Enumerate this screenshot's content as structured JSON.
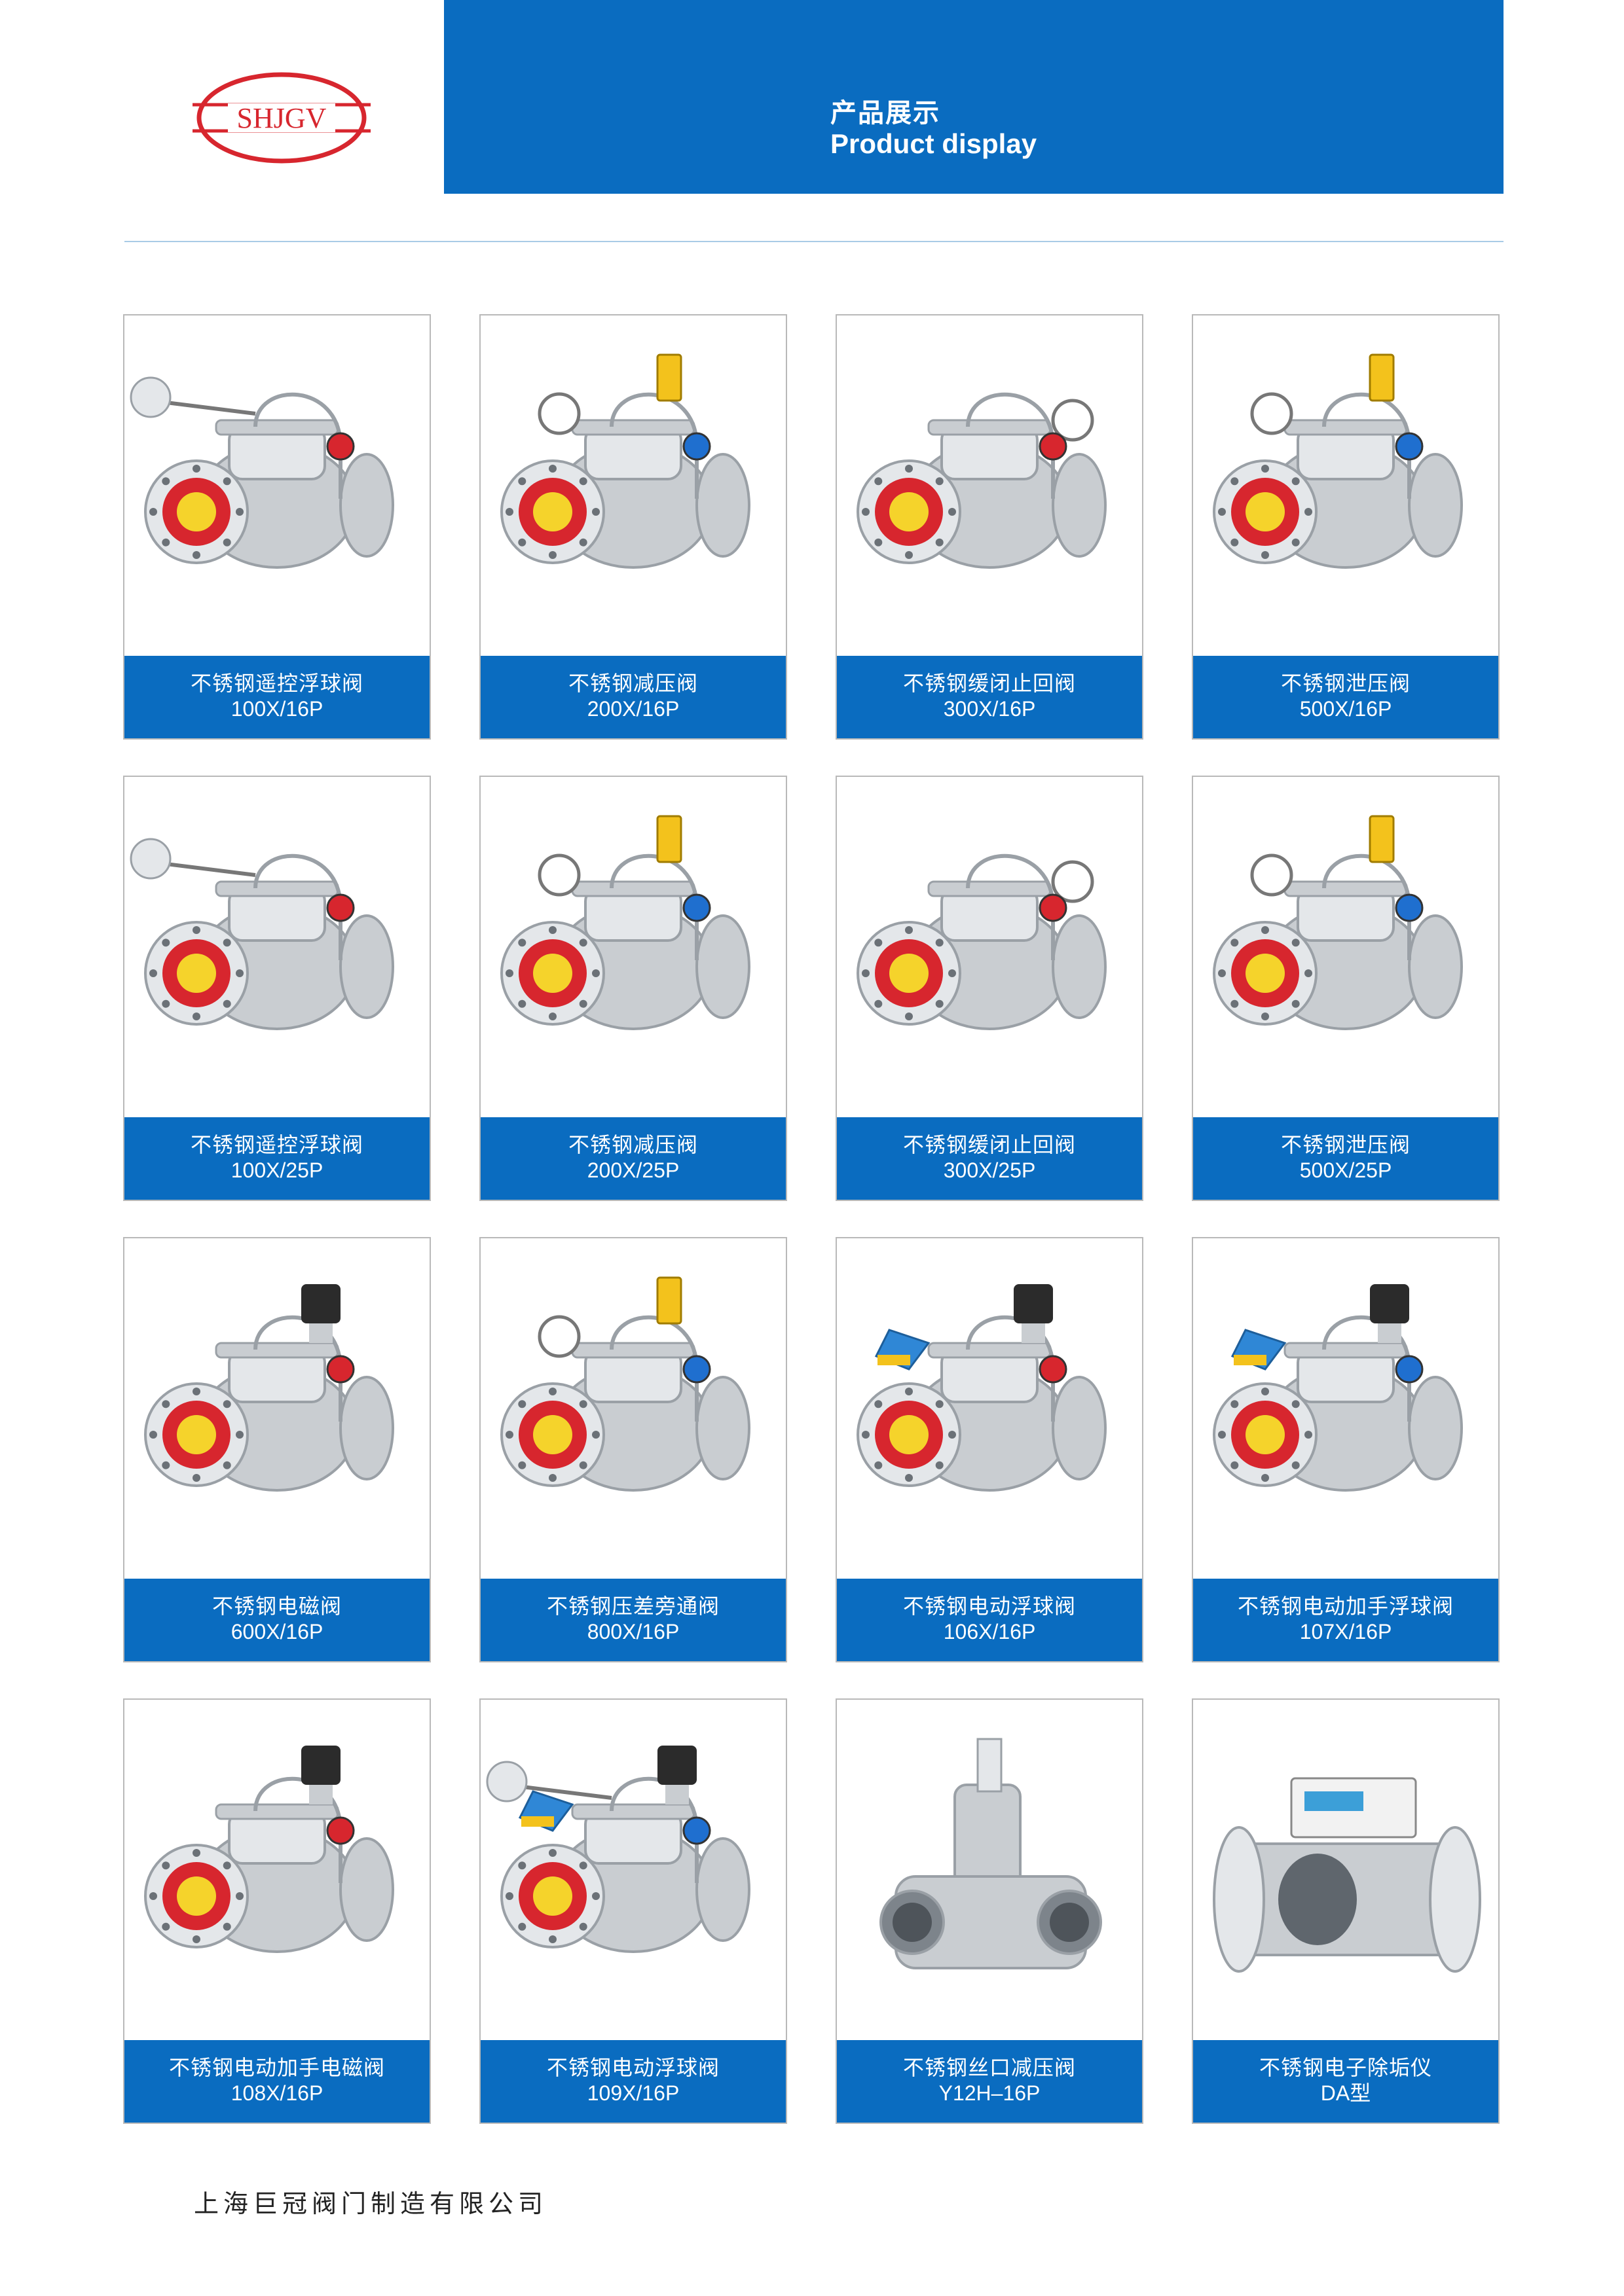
{
  "header": {
    "logo_text": "SHJGV",
    "title_cn": "产品展示",
    "title_en": "Product display"
  },
  "colors": {
    "brand_blue": "#0a6cc0",
    "logo_red": "#d7262e",
    "card_border": "#b9b9b9"
  },
  "products": [
    {
      "name": "不锈钢遥控浮球阀",
      "model": "100X/16P",
      "icon": "float-valve-icon"
    },
    {
      "name": "不锈钢减压阀",
      "model": "200X/16P",
      "icon": "pressure-reducing-valve-icon"
    },
    {
      "name": "不锈钢缓闭止回阀",
      "model": "300X/16P",
      "icon": "check-valve-icon"
    },
    {
      "name": "不锈钢泄压阀",
      "model": "500X/16P",
      "icon": "relief-valve-icon"
    },
    {
      "name": "不锈钢遥控浮球阀",
      "model": "100X/25P",
      "icon": "float-valve-icon"
    },
    {
      "name": "不锈钢减压阀",
      "model": "200X/25P",
      "icon": "pressure-reducing-valve-icon"
    },
    {
      "name": "不锈钢缓闭止回阀",
      "model": "300X/25P",
      "icon": "check-valve-icon"
    },
    {
      "name": "不锈钢泄压阀",
      "model": "500X/25P",
      "icon": "relief-valve-icon"
    },
    {
      "name": "不锈钢电磁阀",
      "model": "600X/16P",
      "icon": "solenoid-valve-icon"
    },
    {
      "name": "不锈钢压差旁通阀",
      "model": "800X/16P",
      "icon": "bypass-valve-icon"
    },
    {
      "name": "不锈钢电动浮球阀",
      "model": "106X/16P",
      "icon": "electric-float-valve-icon"
    },
    {
      "name": "不锈钢电动加手浮球阀",
      "model": "107X/16P",
      "icon": "electric-float-valve-icon"
    },
    {
      "name": "不锈钢电动加手电磁阀",
      "model": "108X/16P",
      "icon": "solenoid-valve-icon"
    },
    {
      "name": "不锈钢电动浮球阀",
      "model": "109X/16P",
      "icon": "electric-float-valve-icon"
    },
    {
      "name": "不锈钢丝口减压阀",
      "model": "Y12H–16P",
      "icon": "threaded-valve-icon"
    },
    {
      "name": "不锈钢电子除垢仪",
      "model": "DA型",
      "icon": "descaler-icon"
    }
  ],
  "footer": {
    "company": "上海巨冠阀门制造有限公司"
  }
}
